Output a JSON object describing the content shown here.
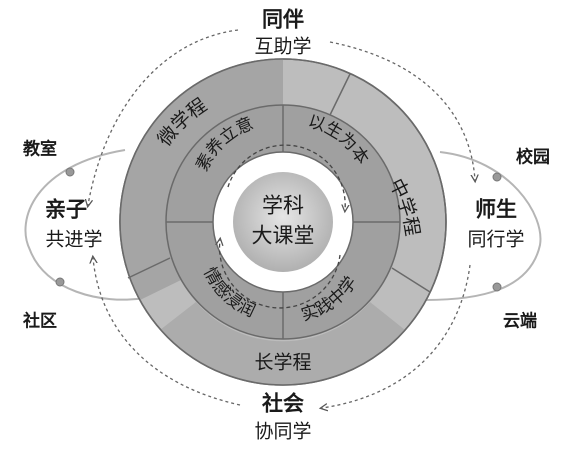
{
  "center": {
    "line1": "学科",
    "line2": "大课堂"
  },
  "inner_ring": {
    "top_left": "素养立意",
    "top_right": "以生为本",
    "bottom_left": "情感浸润",
    "bottom_right": "实践中学"
  },
  "outer_ring": {
    "top_left": "微学程",
    "right": "中学程",
    "bottom": "长学程"
  },
  "nodes": {
    "top": {
      "title": "同伴",
      "subtitle": "互助学"
    },
    "left": {
      "title": "亲子",
      "subtitle": "共进学"
    },
    "right": {
      "title": "师生",
      "subtitle": "同行学"
    },
    "bottom": {
      "title": "社会",
      "subtitle": "协同学"
    }
  },
  "places": {
    "top_left": "教室",
    "bottom_left": "社区",
    "top_right": "校园",
    "bottom_right": "云端"
  }
}
